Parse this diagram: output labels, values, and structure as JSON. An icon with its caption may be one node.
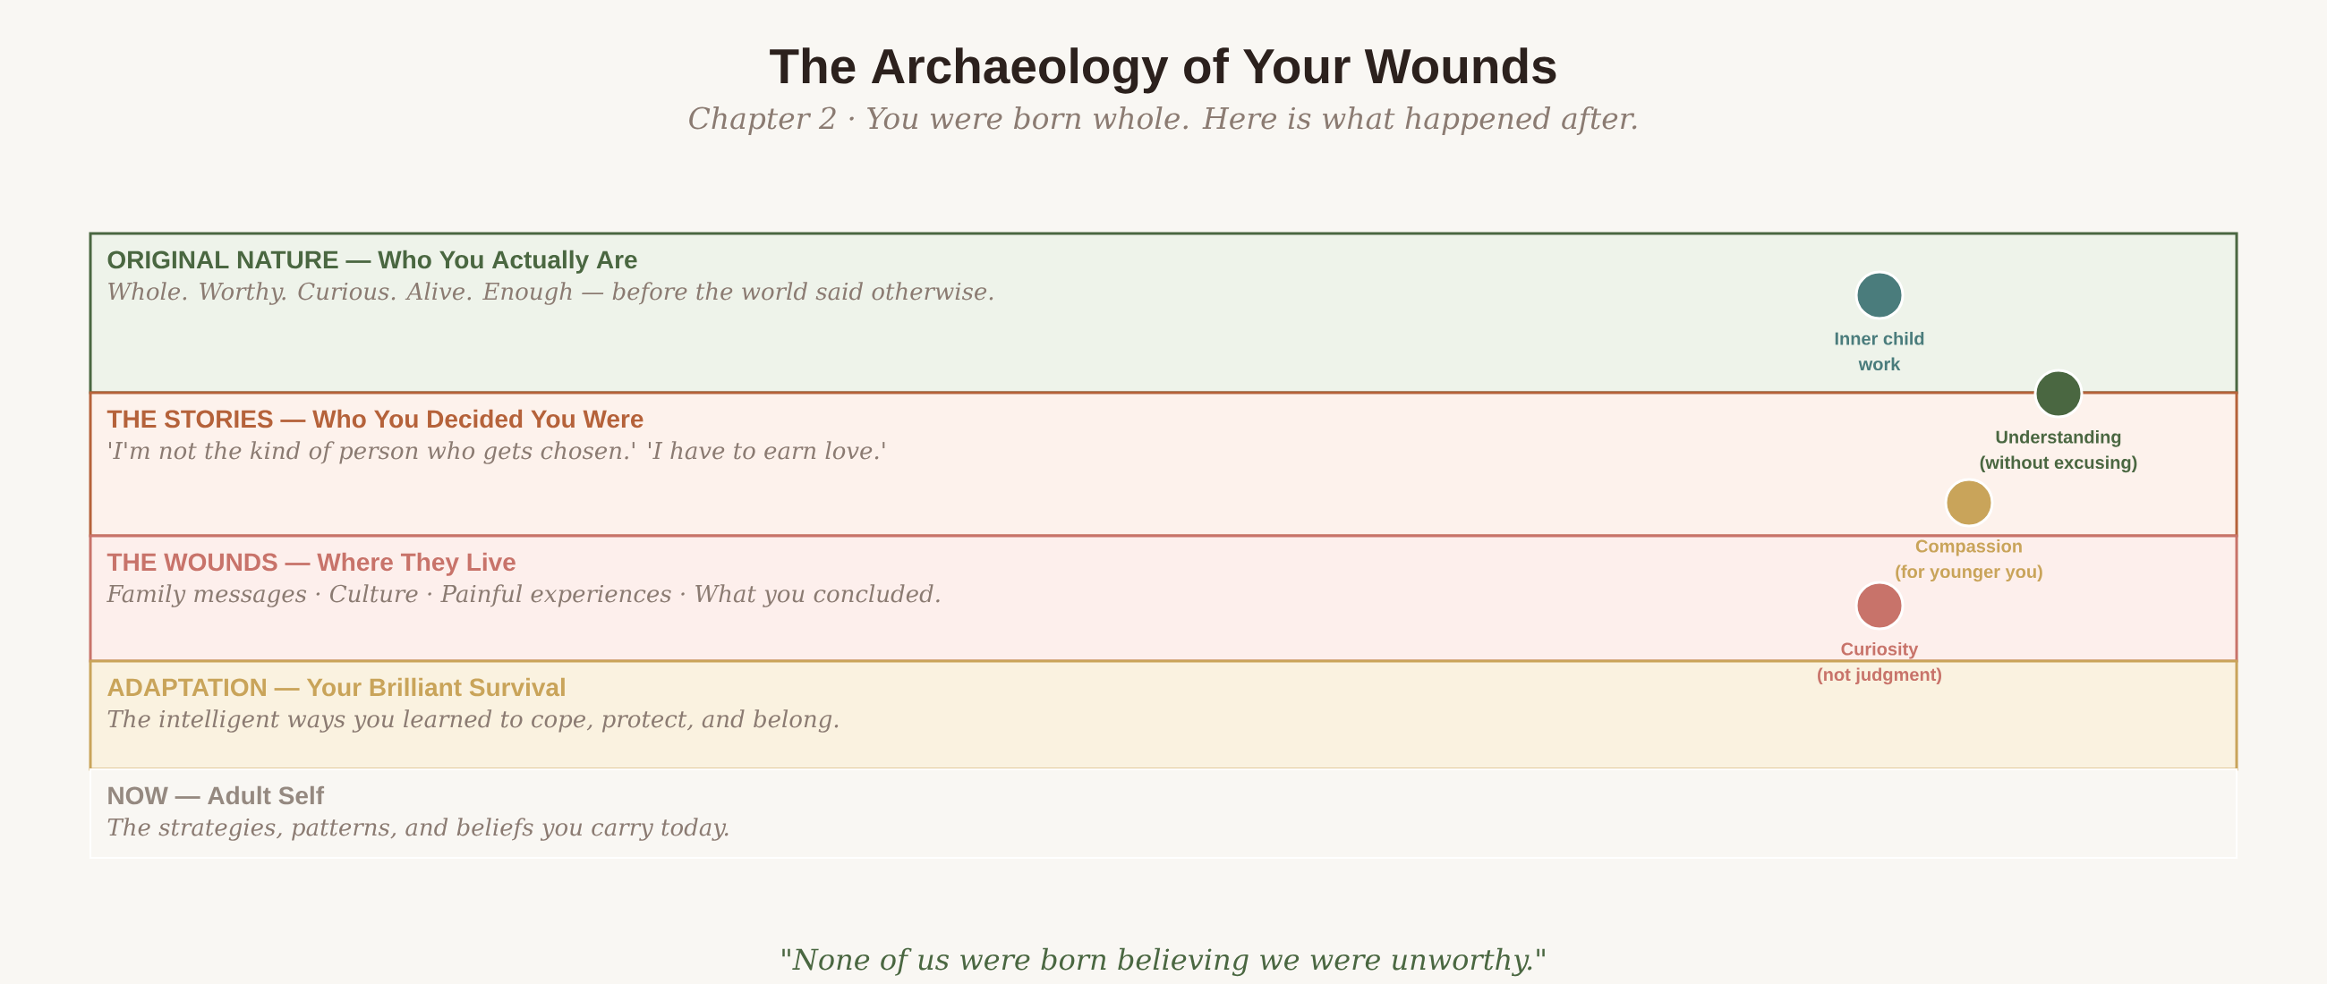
{
  "diagram": {
    "title": "The Archaeology of Your Wounds",
    "caption": "\"None of us were born believing we were unworthy.\"",
    "nodes": [
      {
        "text": [
          "ORIGINAL NATURE — Who You Actually Are",
          "Whole. Worthy. Curious. Alive. Enough — before the world said otherwise."
        ]
      },
      {
        "text": [
          "THE STORIES — Who You Decided You Were",
          "'I'm not the kind of person who gets chosen.' 'I have to earn love.'"
        ]
      },
      {
        "text": [
          "THE WOUNDS — Where They Live",
          "Family messages · Culture · Painful experiences · What you concluded."
        ]
      },
      {
        "text": [
          "ADAPTATION — Your Brilliant Survival",
          "The intelligent ways you learned to cope, protect, and belong."
        ]
      },
      {
        "text": [
          "NOW — Adult Self",
          "The strategies, patterns, and beliefs you carry today."
        ]
      },
      {
        "text": [
          "Inner child work"
        ],
        "in": 0
      },
      {
        "text": [
          "Understanding (without excusing)"
        ]
      },
      {
        "text": [
          "Compassion (for younger you)"
        ],
        "in": 1
      },
      {
        "text": [
          "Curiosity (not judgment)"
        ],
        "in": 2
      }
    ],
    "labels": [
      "Chapter 2 · You were born whole. Here is what happened after."
    ]
  }
}
